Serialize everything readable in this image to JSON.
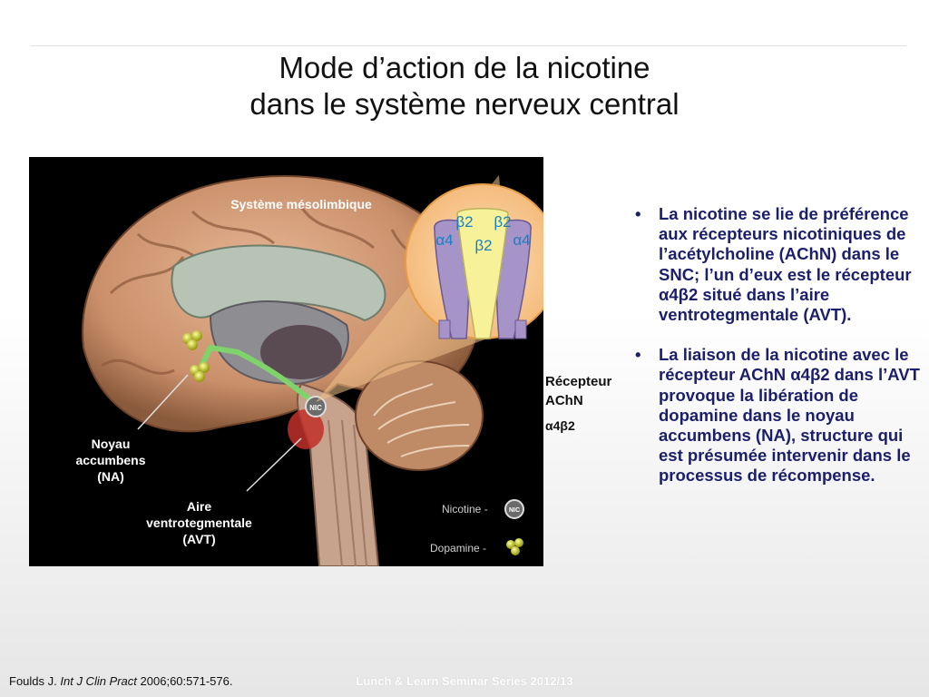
{
  "slide": {
    "title_line1": "Mode d’action de la nicotine",
    "title_line2": "dans le système nerveux central"
  },
  "figure": {
    "label_mesolimbic": "Système mésolimbique",
    "label_na_line1": "Noyau",
    "label_na_line2": "accumbens",
    "label_na_line3": "(NA)",
    "label_avt_line1": "Aire",
    "label_avt_line2": "ventrotegmentale",
    "label_avt_line3": "(AVT)",
    "nic_badge": "NIC",
    "legend_nicotine": "Nicotine -",
    "legend_dopamine": "Dopamine -",
    "receptor_subunits": [
      "β2",
      "β2",
      "α4",
      "β2",
      "α4"
    ]
  },
  "receptor": {
    "line1": "Récepteur",
    "line2": "AChN",
    "line3": "α4β2"
  },
  "bullets": [
    "La nicotine se lie de préférence aux récepteurs nicotiniques de l’acétylcholine (AChN) dans le SNC; l’un d’eux est le récepteur α4β2 situé dans l’aire ventrotegmentale (AVT).",
    "La liaison de la nicotine avec le récepteur AChN α4β2 dans l’AVT provoque la libération de dopamine dans le noyau accumbens (NA), structure qui est présumée intervenir dans le processus de récompense."
  ],
  "bullet_symbol": "•",
  "reference": {
    "author": "Foulds J.",
    "journal": "Int J Clin Pract",
    "citation": "2006;60:571-576."
  },
  "footer": "Lunch & Learn Seminar Series 2012/13",
  "colors": {
    "bullet_text": "#1b1f6b",
    "brain": "#c98f6a",
    "pathway": "#7fd36a",
    "receptor_alpha": "#a694c8",
    "receptor_beta": "#f7f29a",
    "subunit_label": "#1a7fc0"
  }
}
